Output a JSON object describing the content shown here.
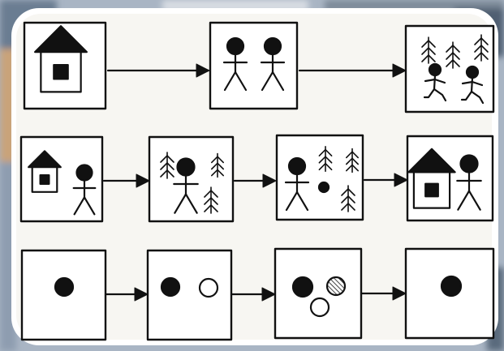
{
  "diagram": {
    "rows": [
      {
        "id": "row-1",
        "panels": [
          {
            "id": "r1-p1",
            "content": [
              "house"
            ]
          },
          {
            "id": "r1-p2",
            "content": [
              "person",
              "person"
            ]
          },
          {
            "id": "r1-p3",
            "content": [
              "trees",
              "running-person",
              "running-person"
            ]
          }
        ]
      },
      {
        "id": "row-2",
        "panels": [
          {
            "id": "r2-p1",
            "content": [
              "house",
              "person"
            ]
          },
          {
            "id": "r2-p2",
            "content": [
              "trees",
              "person"
            ]
          },
          {
            "id": "r2-p3",
            "content": [
              "trees",
              "person",
              "small-dot"
            ]
          },
          {
            "id": "r2-p4",
            "content": [
              "house",
              "person"
            ]
          }
        ]
      },
      {
        "id": "row-3",
        "panels": [
          {
            "id": "r3-p1",
            "content": [
              "black-circle"
            ]
          },
          {
            "id": "r3-p2",
            "content": [
              "black-circle",
              "white-circle"
            ]
          },
          {
            "id": "r3-p3",
            "content": [
              "black-circle",
              "hatched-circle",
              "white-circle"
            ]
          },
          {
            "id": "r3-p4",
            "content": [
              "black-circle"
            ]
          }
        ]
      }
    ],
    "connector": "arrow-right",
    "colors": {
      "ink": "#111111",
      "paper": "#ffffff",
      "backdrop": "#a9b5c4",
      "frame": "#ffffff"
    }
  }
}
